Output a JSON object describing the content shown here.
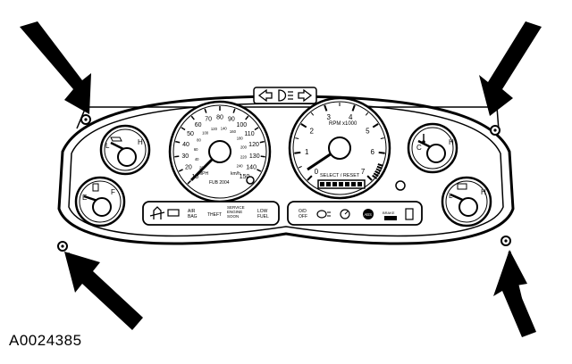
{
  "figure_id": "A0024385",
  "speedometer": {
    "mph_outer": [
      "10",
      "20",
      "30",
      "40",
      "50",
      "60",
      "70",
      "80",
      "90",
      "100",
      "110",
      "120",
      "130",
      "140",
      "150"
    ],
    "kmh_inner": [
      "20",
      "40",
      "60",
      "80",
      "100",
      "120",
      "140",
      "160",
      "180",
      "200",
      "220",
      "240"
    ],
    "unit_mph": "MPH",
    "unit_kmh": "km/h",
    "odometer": "FUB 2004"
  },
  "tachometer": {
    "ticks": [
      "0",
      "1",
      "2",
      "3",
      "4",
      "5",
      "6",
      "7"
    ],
    "unit": "RPM x1000",
    "button": "SELECT / RESET"
  },
  "gauges": {
    "oil": {
      "low": "L",
      "high": "H"
    },
    "temp": {
      "low": "C",
      "high": "H"
    },
    "fuel": {
      "empty": "E",
      "full": "F"
    },
    "battery": {
      "low": "L",
      "high": "H"
    }
  },
  "warning_lamps_left": {
    "air_bag": "AIR BAG",
    "theft": "THEFT",
    "service_engine": "SERVICE ENGINE SOON",
    "low_fuel": "LOW FUEL"
  },
  "warning_lamps_right": {
    "od_off": "O/D OFF",
    "abs": "ABS",
    "brake": "BRAKE"
  }
}
